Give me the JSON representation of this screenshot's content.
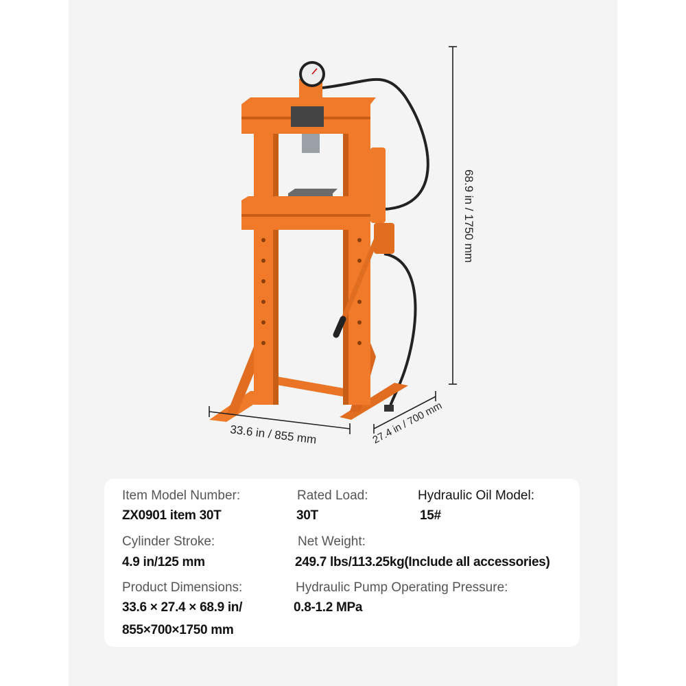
{
  "product": {
    "colors": {
      "frame": "#f07a2a",
      "frame_dark": "#c85d16",
      "background": "#f4f4f4",
      "card": "#ffffff"
    }
  },
  "dimensions": {
    "height": "68.9 in / 1750 mm",
    "width": "33.6 in / 855 mm",
    "depth": "27.4 in / 700 mm"
  },
  "specs": [
    {
      "label": "Item Model Number:",
      "value": "ZX0901 item 30T"
    },
    {
      "label": "Rated Load:",
      "value": "30T"
    },
    {
      "label": "Hydraulic Oil Model:",
      "value": "15#"
    },
    {
      "label": "Cylinder Stroke:",
      "value": "4.9 in/125 mm"
    },
    {
      "label": "Net Weight:",
      "value": "249.7 lbs/113.25kg(Include all accessories)"
    },
    {
      "label": "Product Dimensions:",
      "value": "33.6 × 27.4 × 68.9 in/",
      "value2": "855×700×1750 mm"
    },
    {
      "label": "Hydraulic Pump Operating Pressure:",
      "value": "0.8-1.2 MPa"
    }
  ]
}
